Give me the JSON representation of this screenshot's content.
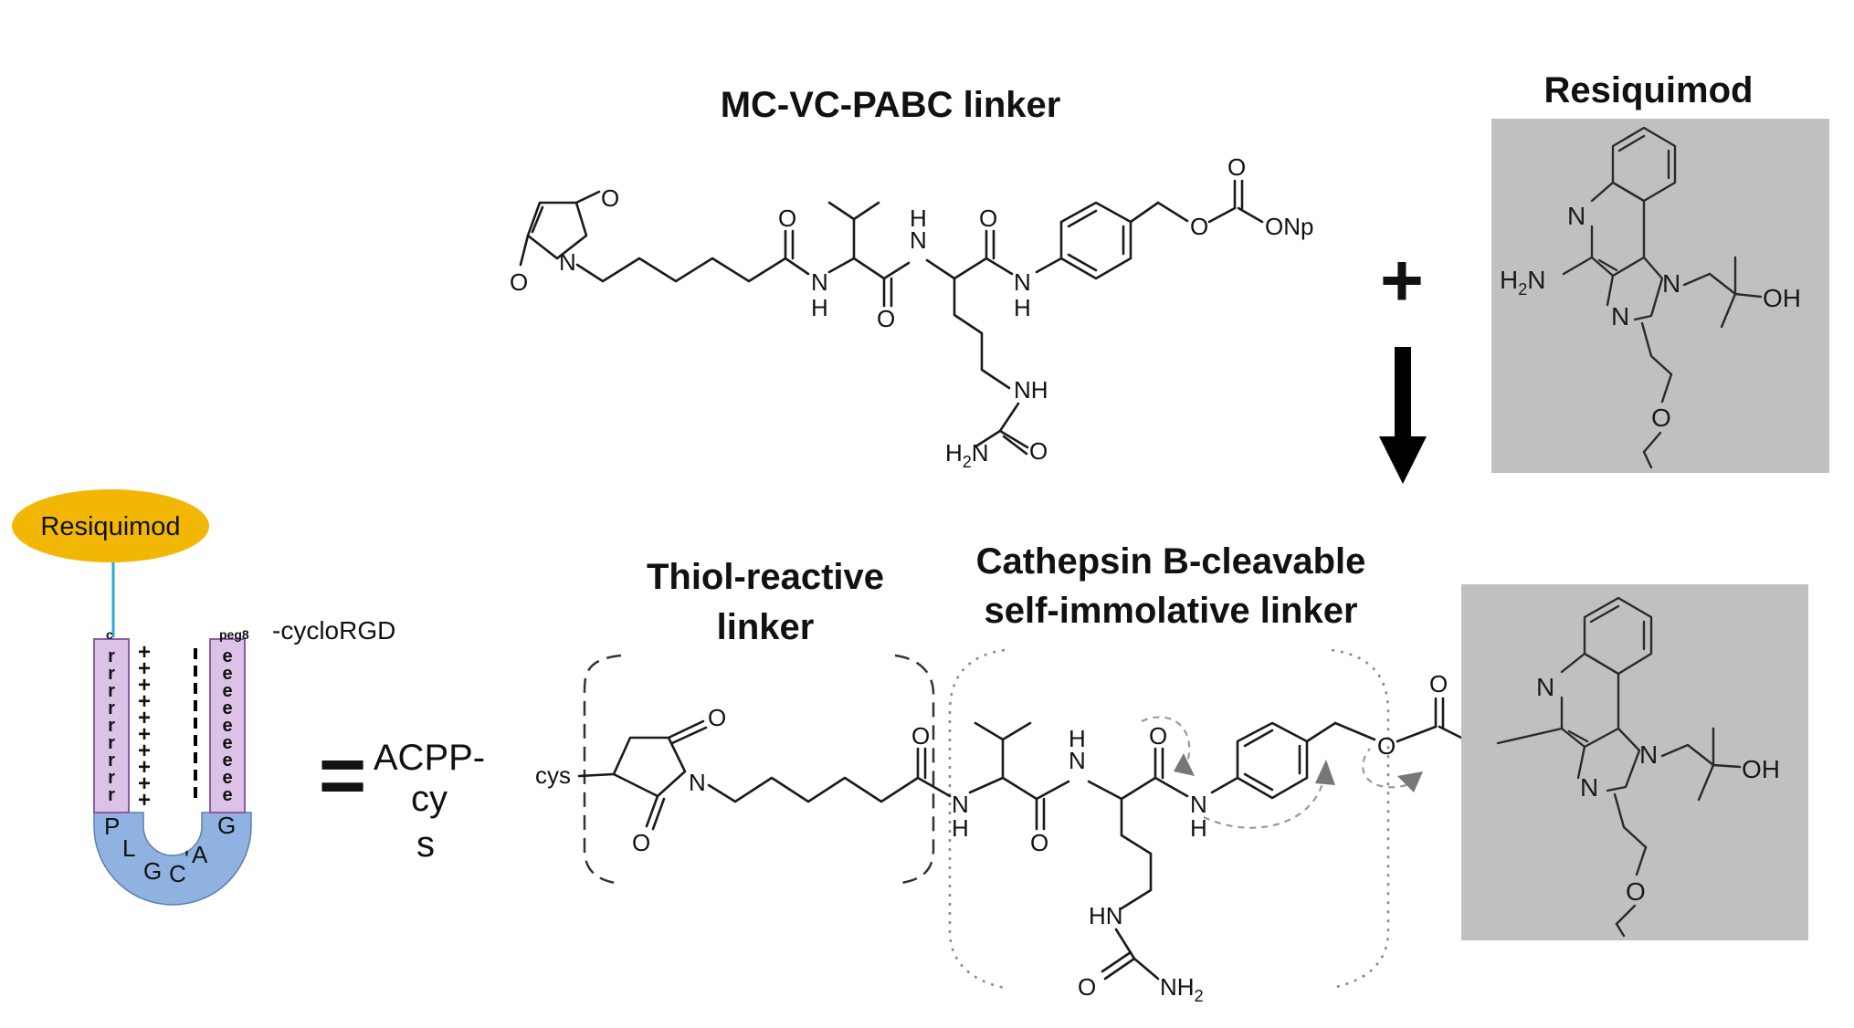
{
  "top": {
    "linker_title": "MC-VC-PABC linker",
    "drug_title": "Resiquimod",
    "plus": "+"
  },
  "acpp": {
    "cargo_label": "Resiquimod",
    "end_label": "c",
    "peg_label": "peg8",
    "target_label": "-cycloRGD",
    "poly_r": [
      "r",
      "r",
      "r",
      "r",
      "r",
      "r",
      "r",
      "r",
      "r"
    ],
    "poly_e": [
      "e",
      "e",
      "e",
      "e",
      "e",
      "e",
      "e",
      "e",
      "e"
    ],
    "charges_pos": [
      "+",
      "+",
      "+",
      "+",
      "+",
      "+",
      "+",
      "+",
      "+",
      "+"
    ],
    "cleavage_letters": [
      "P",
      "L",
      "G",
      "C",
      "'",
      "A",
      "G"
    ],
    "equals": "=",
    "name_lines": [
      "ACPP-",
      "cy",
      "s"
    ]
  },
  "bottom": {
    "thiol_title": [
      "Thiol-reactive",
      "linker"
    ],
    "cathepsin_title": [
      "Cathepsin B-cleavable",
      "self-immolative linker"
    ]
  },
  "atoms": {
    "O": "O",
    "N": "N",
    "NH": "NH",
    "HN": "HN",
    "H": "H",
    "H2N_main": "H",
    "H2N_sub": "2",
    "H2N_tail": "N",
    "NH2_main": "NH",
    "NH2_sub": "2",
    "ONp": "ONp",
    "OH": "OH",
    "cys": "cys"
  },
  "colors": {
    "drug_box": "#c0c0c0",
    "cargo": "#f2b705",
    "tether": "#29a9d9",
    "poly_segment": "#dcc2e6",
    "poly_border": "#8e5aa8",
    "cleavable_linker": "#8fb2e0",
    "arrow": "#000000"
  }
}
